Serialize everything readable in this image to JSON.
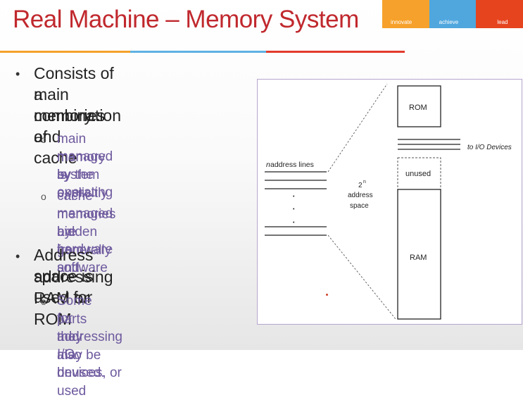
{
  "slide": {
    "title": "Real Machine – Memory System",
    "brand": {
      "segments": [
        "innovate",
        "achieve",
        "lead"
      ],
      "colors": [
        "#f6a12b",
        "#4fa7de",
        "#e6441f"
      ]
    },
    "accent_color": "#c0282d",
    "sub_bullet_color": "#6e5a9e"
  },
  "bullets": [
    {
      "lines": [
        "Consists of a combination of",
        "main memory and cache",
        "memories"
      ],
      "subs": [
        {
          "lines": [
            "main memory is explicitly",
            "managed by the operating",
            "system"
          ]
        },
        {
          "lines": [
            "cache memories are generally",
            "managed by hardware and",
            "hidden from software"
          ]
        }
      ]
    },
    {
      "lines": [
        "Address space is used for",
        "addressing RAM or ROM"
      ],
      "subs": [
        {
          "lines": [
            "Some parts may also be used",
            "for addressing I/O devices, or",
            "they may be unused."
          ]
        }
      ]
    }
  ],
  "diagram": {
    "address_lines_label_n": "n",
    "address_lines_label": " address lines",
    "dots": "•",
    "address_space_base": "2",
    "address_space_exp": "n",
    "address_space_word1": "address",
    "address_space_word2": "space",
    "rom_label": "ROM",
    "io_label": "to I/O Devices",
    "unused_label": "unused",
    "ram_label": "RAM"
  }
}
